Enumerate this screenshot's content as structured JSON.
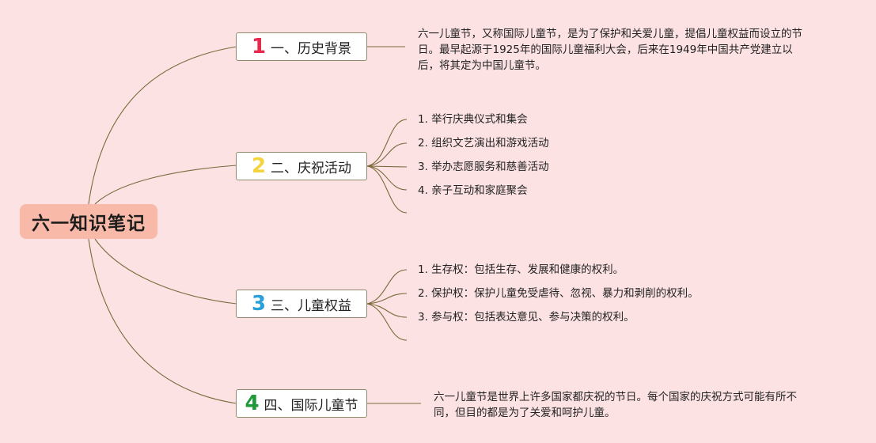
{
  "root": {
    "label": "六一知识笔记"
  },
  "branches": [
    {
      "number": "1",
      "number_color": "#e8294d",
      "label": "一、历史背景",
      "note": "六一儿童节，又称国际儿童节，是为了保护和关爱儿童，提倡儿童权益而设立的节日。最早起源于1925年的国际儿童福利大会，后来在1949年中国共产党建立以后，将其定为中国儿童节。"
    },
    {
      "number": "2",
      "number_color": "#f4d33d",
      "label": "二、庆祝活动",
      "items": [
        "1. 举行庆典仪式和集会",
        "2. 组织文艺演出和游戏活动",
        "3. 举办志愿服务和慈善活动",
        "4. 亲子互动和家庭聚会"
      ]
    },
    {
      "number": "3",
      "number_color": "#2a9fd8",
      "label": "三、儿童权益",
      "items": [
        "1. 生存权：包括生存、发展和健康的权利。",
        "2. 保护权：保护儿童免受虐待、忽视、暴力和剥削的权利。",
        "3. 参与权：包括表达意见、参与决策的权利。"
      ]
    },
    {
      "number": "4",
      "number_color": "#1e9a3a",
      "label": "四、国际儿童节",
      "note": "六一儿童节是世界上许多国家都庆祝的节日。每个国家的庆祝方式可能有所不同，但目的都是为了关爱和呵护儿童。"
    }
  ],
  "colors": {
    "background": "#fde2e4",
    "root_fill": "#f9b9a8",
    "connector": "#7a6a3a"
  }
}
